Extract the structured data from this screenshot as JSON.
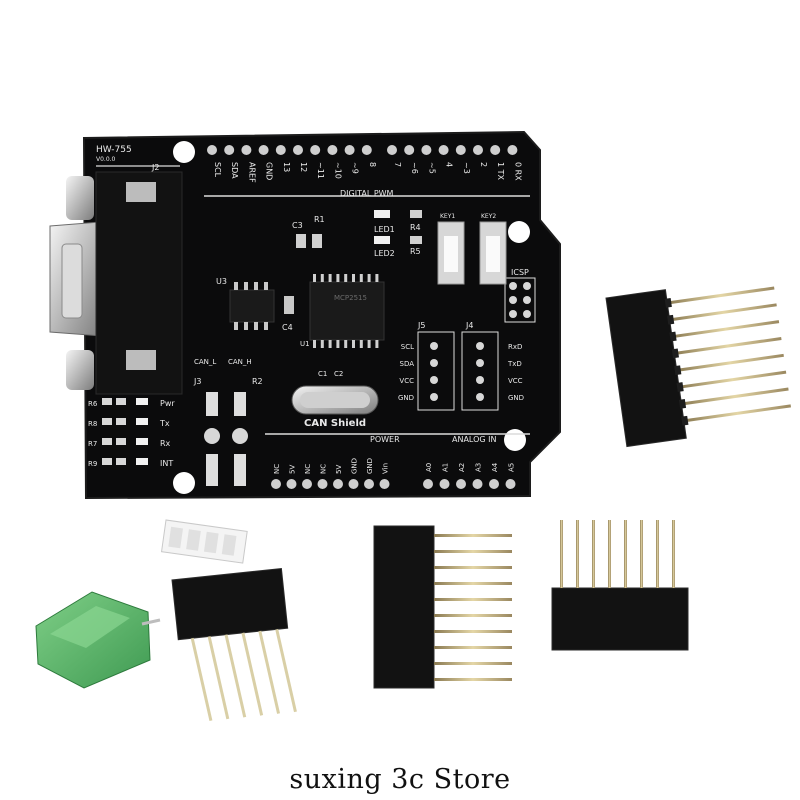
{
  "board": {
    "model": "HW-755",
    "version": "V0.0.0",
    "title": "CAN Shield",
    "digital_label": "DIGITAL PWM",
    "power_label": "POWER",
    "analog_label": "ANALOG IN",
    "icsp_label": "ICSP",
    "chip_label": "MCP2515",
    "top_pins": [
      "SCL",
      "SDA",
      "AREF",
      "GND",
      "13",
      "12",
      "~11",
      "~10",
      "~9",
      "8",
      "7",
      "~6",
      "~5",
      "4",
      "~3",
      "2",
      "1 TX",
      "0 RX"
    ],
    "power_pins": [
      "NC",
      "5V",
      "NC",
      "NC",
      "5V",
      "GND",
      "GND",
      "Vin"
    ],
    "analog_pins": [
      "A0",
      "A1",
      "A2",
      "A3",
      "A4",
      "A5"
    ],
    "j5_pins": [
      "SCL",
      "SDA",
      "VCC",
      "GND"
    ],
    "j4_pins": [
      "RxD",
      "TxD",
      "VCC",
      "GND"
    ],
    "led_labels": [
      "Pwr",
      "Tx",
      "Rx",
      "INT"
    ],
    "res_labels_left": [
      "R6",
      "R8",
      "R7",
      "R9"
    ],
    "designators": {
      "j2": "J2",
      "u3": "U3",
      "u1": "U1",
      "c3": "C3",
      "r1": "R1",
      "led1": "LED1",
      "led2": "LED2",
      "r4": "R4",
      "r5": "R5",
      "key1": "KEY1",
      "key2": "KEY2",
      "c4": "C4",
      "c1": "C1",
      "c2": "C2",
      "j5": "J5",
      "j4": "J4",
      "j3": "J3",
      "r2": "R2",
      "can_l": "CAN_L",
      "can_h": "CAN_H"
    }
  },
  "store_caption": "suxing 3c Store"
}
